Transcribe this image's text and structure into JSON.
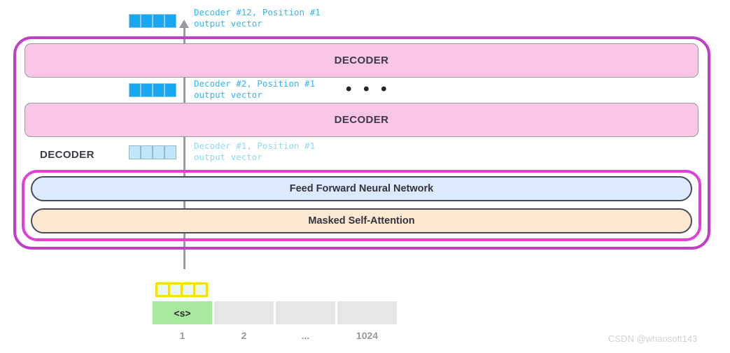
{
  "diagram": {
    "title": "GPT-2 decoder stack with masked self-attention",
    "colors": {
      "outer_frame": "#c13fc7",
      "inner_frame": "#e040d8",
      "decoder_bar": "#f9c6e8",
      "ffnn_bar": "#dbeafc",
      "attention_bar": "#fde8d2",
      "vector_bright": "#19a8f0",
      "vector_pale": "#bfe6fa",
      "annotation_text": "#35b6f2",
      "embedding_box": "#f5e000",
      "start_token": "#a9e8a0",
      "empty_token": "#e6e6e6",
      "arrow": "#9a9aa2"
    }
  },
  "stack": {
    "top_decoder_label": "DECODER",
    "mid_decoder_label": "DECODER",
    "first_decoder_label": "DECODER",
    "ellipsis": "• • •"
  },
  "annotations": {
    "decoder12": {
      "line1": "Decoder #12, Position #1",
      "line2": "output vector"
    },
    "decoder2": {
      "line1": "Decoder #2, Position #1",
      "line2": "output vector"
    },
    "decoder1": {
      "line1": "Decoder #1, Position #1",
      "line2": "output vector"
    }
  },
  "sublayers": {
    "feed_forward": "Feed Forward Neural Network",
    "masked_attention": "Masked Self-Attention"
  },
  "input": {
    "tokens": [
      "<s>",
      "",
      "",
      ""
    ],
    "indices": [
      "1",
      "2",
      "...",
      "1024"
    ]
  },
  "watermark": "CSDN @whaosoft143"
}
